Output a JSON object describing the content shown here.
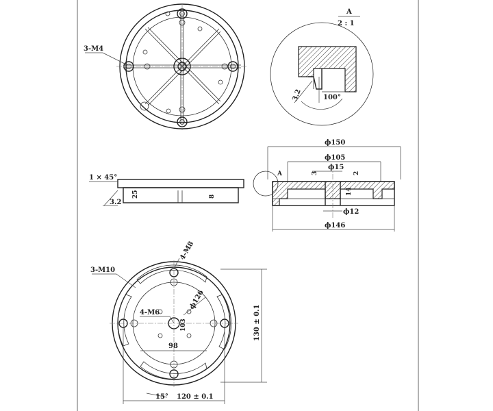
{
  "top_view": {
    "thread_callout": "3-M4"
  },
  "detail_view": {
    "letter": "A",
    "scale": "2 : 1",
    "chamfer": "3.2",
    "angle": "100°"
  },
  "section_view": {
    "dia_outer": "ϕ150",
    "dia_inner": "ϕ105",
    "dia_bore": "ϕ15",
    "step_left": "3",
    "step_right": "2",
    "depth": "14",
    "dia_hole": "ϕ12",
    "dia_base": "ϕ146",
    "detail_ref": "A"
  },
  "side_view": {
    "chamfer": "1 × 45°",
    "surface": "3.2",
    "height": "25",
    "small": "8"
  },
  "bottom_view": {
    "m10_callout": "3-M10",
    "m8_callout": "4-M8",
    "m6_callout": "4-M6",
    "dia_bolt_circle": "ϕ126",
    "center_dim": "103",
    "width_dim": "98",
    "height_dim": "130 ± 0.1",
    "bottom_dim": "120 ± 0.1",
    "angle": "15°"
  }
}
